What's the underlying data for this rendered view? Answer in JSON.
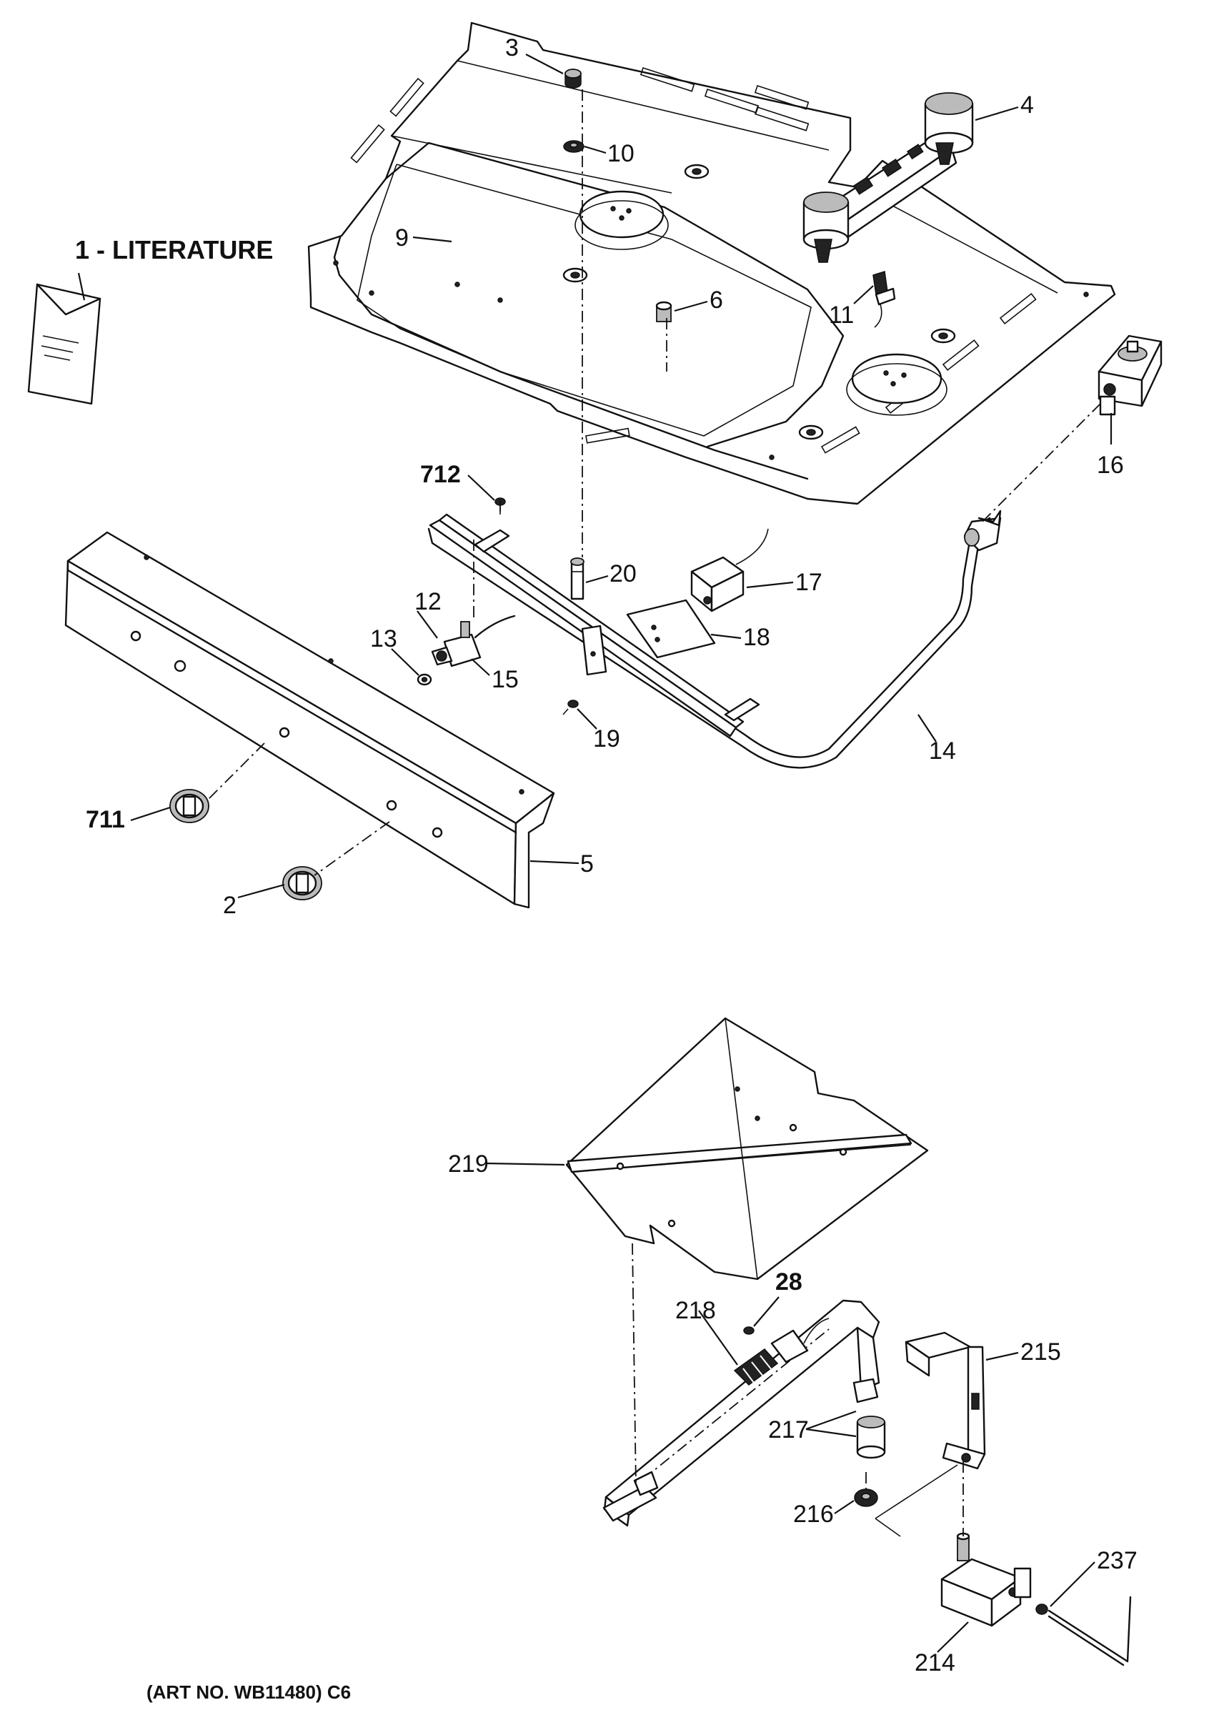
{
  "literature_label": "1 - LITERATURE",
  "art_number": "(ART NO. WB11480) C6",
  "callouts": {
    "c2": "2",
    "c3": "3",
    "c4": "4",
    "c5": "5",
    "c6": "6",
    "c9": "9",
    "c10": "10",
    "c11": "11",
    "c12": "12",
    "c13": "13",
    "c14": "14",
    "c15": "15",
    "c16": "16",
    "c17": "17",
    "c18": "18",
    "c19": "19",
    "c20": "20",
    "c28": "28",
    "c214": "214",
    "c215": "215",
    "c216": "216",
    "c217": "217",
    "c218": "218",
    "c219": "219",
    "c237": "237",
    "c711": "711",
    "c712": "712"
  }
}
